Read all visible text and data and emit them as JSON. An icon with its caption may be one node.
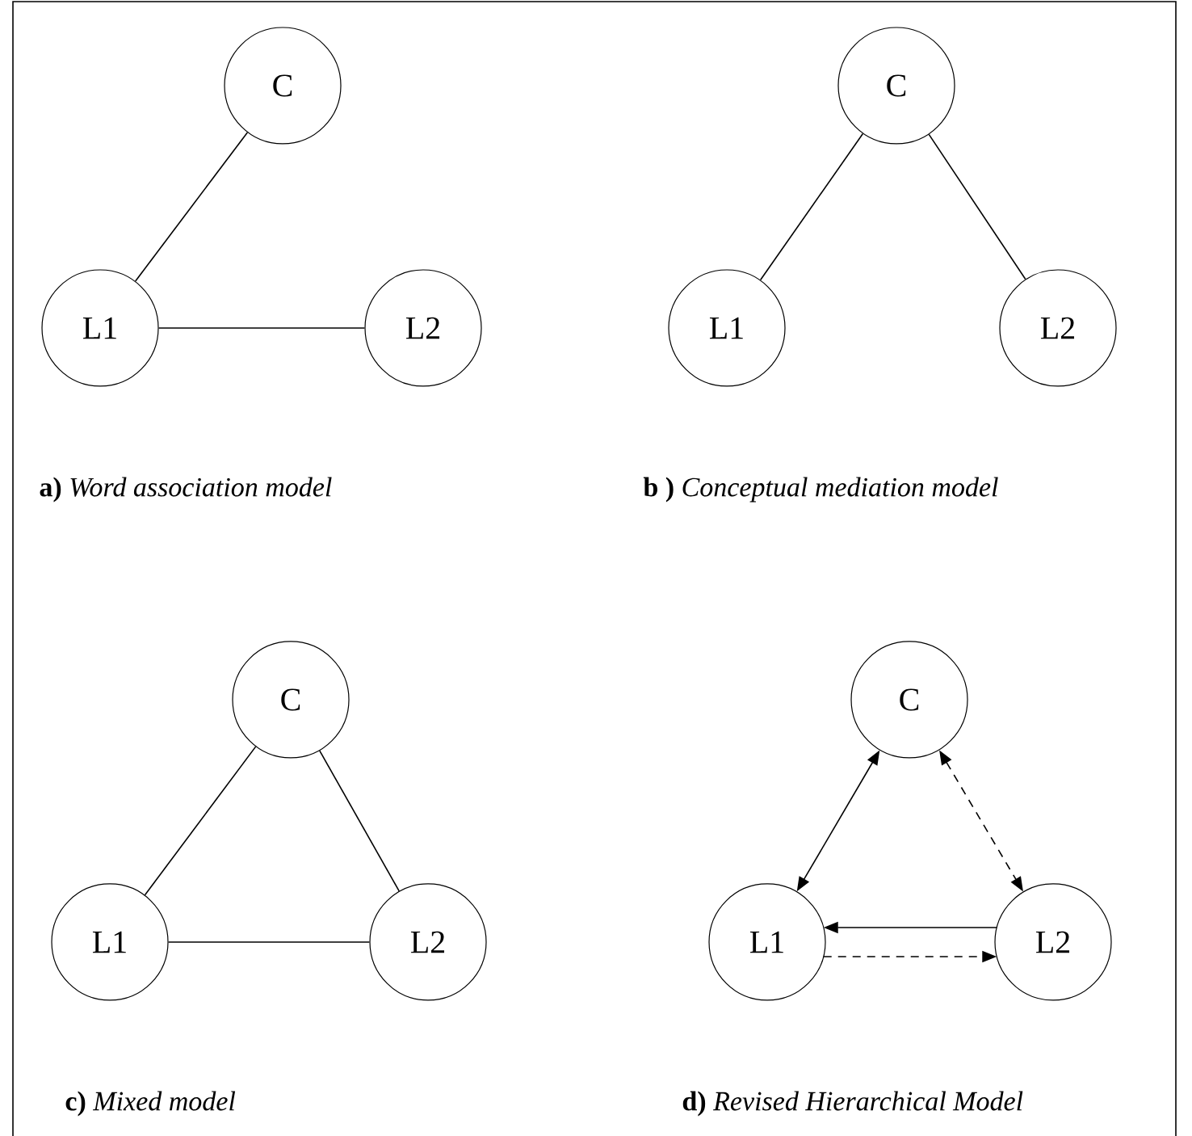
{
  "diagram": {
    "nodes": [
      {
        "text": [
          "C"
        ]
      },
      {
        "text": [
          "L1"
        ]
      },
      {
        "text": [
          "L2"
        ]
      },
      {
        "text": [
          "C"
        ]
      },
      {
        "text": [
          "L1"
        ]
      },
      {
        "text": [
          "L2"
        ]
      },
      {
        "text": [
          "C"
        ]
      },
      {
        "text": [
          "L1"
        ]
      },
      {
        "text": [
          "L2"
        ]
      },
      {
        "text": [
          "C"
        ]
      },
      {
        "text": [
          "L1"
        ]
      },
      {
        "text": [
          "L2"
        ]
      }
    ],
    "edges": [
      {
        "from": 0,
        "to": 1,
        "arrow": "none"
      },
      {
        "from": 1,
        "to": 2,
        "arrow": "none"
      },
      {
        "from": 3,
        "to": 4,
        "arrow": "none"
      },
      {
        "from": 3,
        "to": 5,
        "arrow": "none"
      },
      {
        "from": 6,
        "to": 7,
        "arrow": "none"
      },
      {
        "from": 6,
        "to": 8,
        "arrow": "none"
      },
      {
        "from": 7,
        "to": 8,
        "arrow": "none"
      },
      {
        "from": 9,
        "to": 10,
        "arrow": "both"
      },
      {
        "from": 9,
        "to": 11,
        "arrow": "both",
        "style": "dashed"
      },
      {
        "from": 11,
        "to": 10,
        "arrow": "to"
      },
      {
        "from": 10,
        "to": 11,
        "arrow": "to",
        "style": "dashed"
      }
    ],
    "labels": [
      "**a)** *Word association model*",
      "**b )** *Conceptual mediation model*",
      "**c)** *Mixed model*",
      "**d)** *Revised Hierarchical Model*"
    ]
  }
}
